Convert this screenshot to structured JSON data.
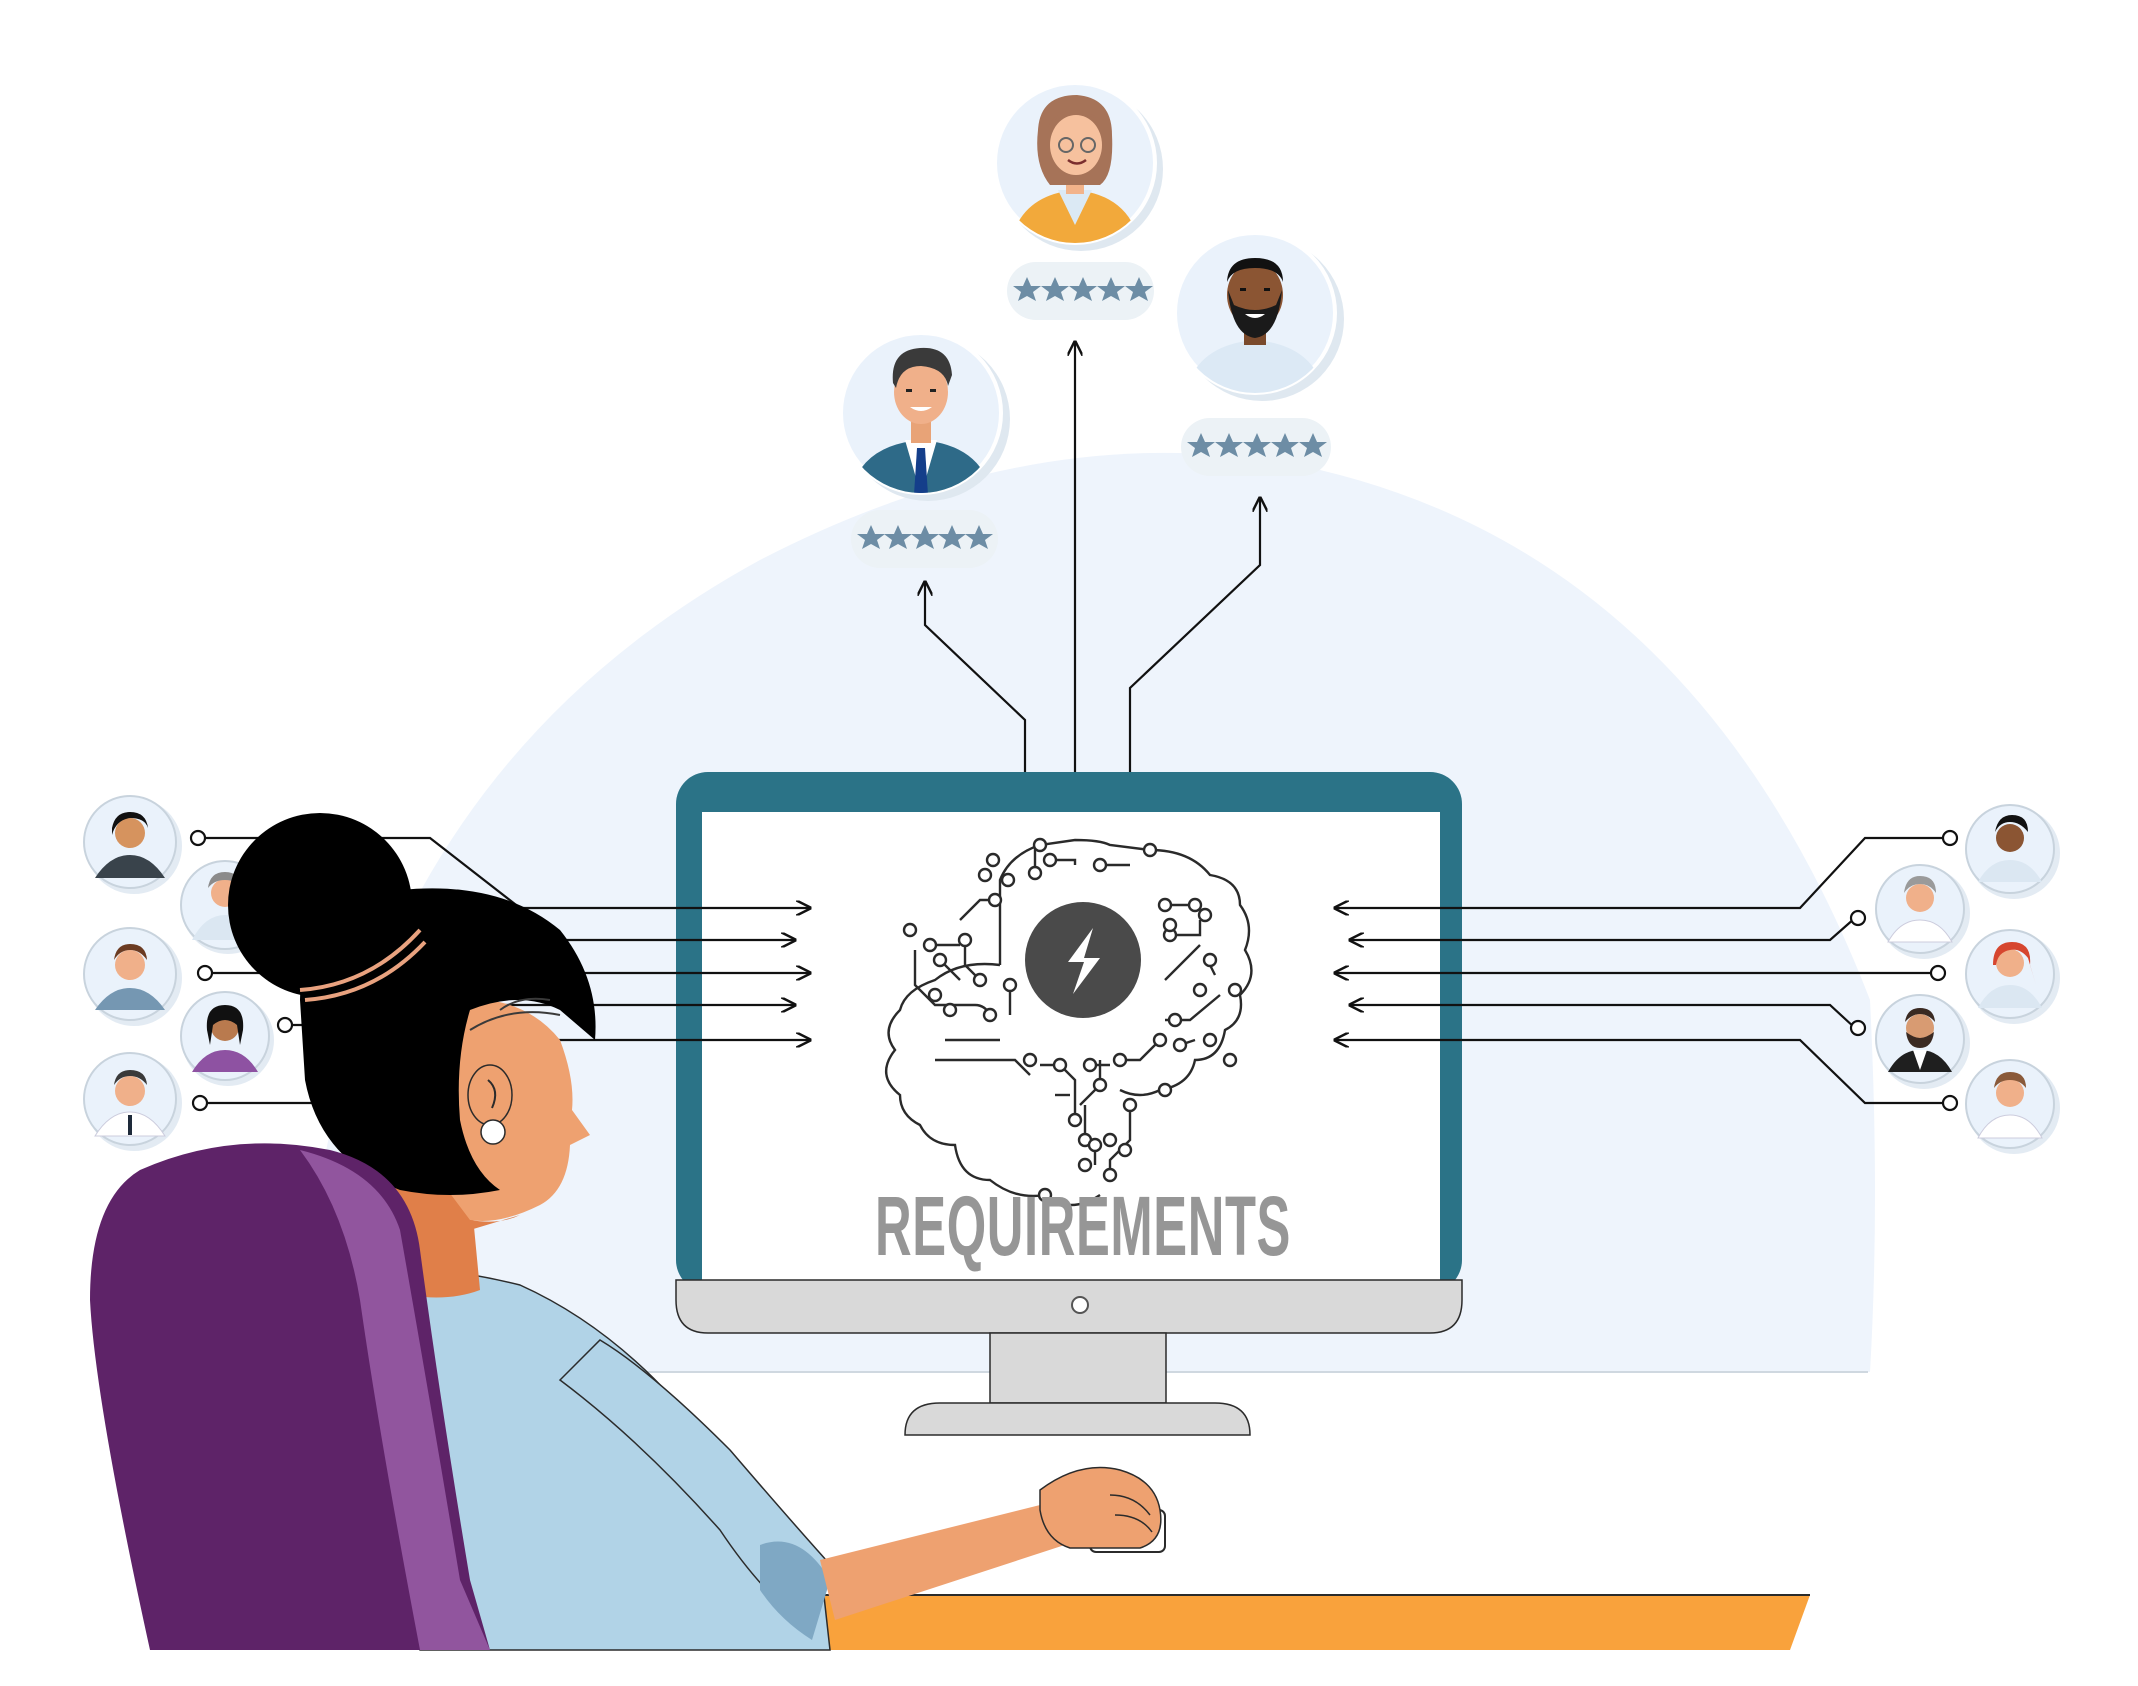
{
  "illustration": {
    "screen_text": "REQUIREMENTS",
    "monitor_logo_icon": "lightning-badge-icon",
    "candidate_rating_stars": 5,
    "top_candidate_count": 3,
    "left_candidate_count": 5,
    "right_candidate_count": 5,
    "colors": {
      "background_dome": "#EEF4FC",
      "monitor_frame": "#2B7387",
      "monitor_base": "#D9D9D9",
      "chair": "#5E2368",
      "chair_highlight": "#91559E",
      "desk": "#F9A23C",
      "shirt": "#B1D3E7",
      "skin": "#EEA170",
      "hair": "#000000",
      "stars": "#6D8DA5",
      "rating_pill": "#ECF2F6",
      "avatar_bg": "#EAF2FB",
      "text_gray": "#969696"
    }
  }
}
